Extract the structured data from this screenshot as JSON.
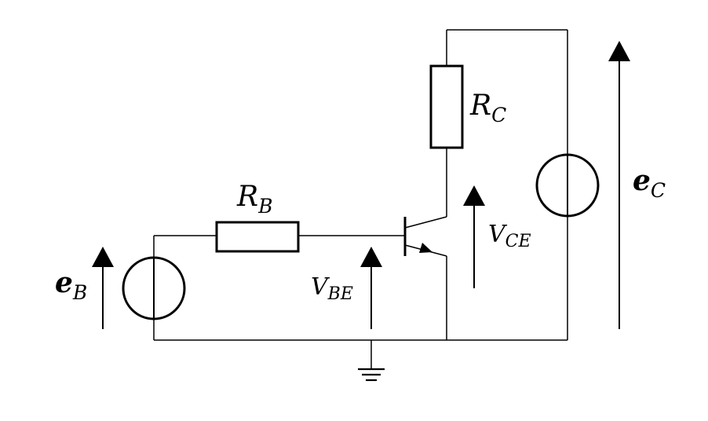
{
  "labels": {
    "rb": {
      "main": "R",
      "sub": "B"
    },
    "rc": {
      "main": "R",
      "sub": "C"
    },
    "eb": {
      "main": "e",
      "sub": "B"
    },
    "ec": {
      "main": "e",
      "sub": "C"
    },
    "vbe": {
      "main": "V",
      "sub": "BE"
    },
    "vce": {
      "main": "V",
      "sub": "CE"
    }
  }
}
